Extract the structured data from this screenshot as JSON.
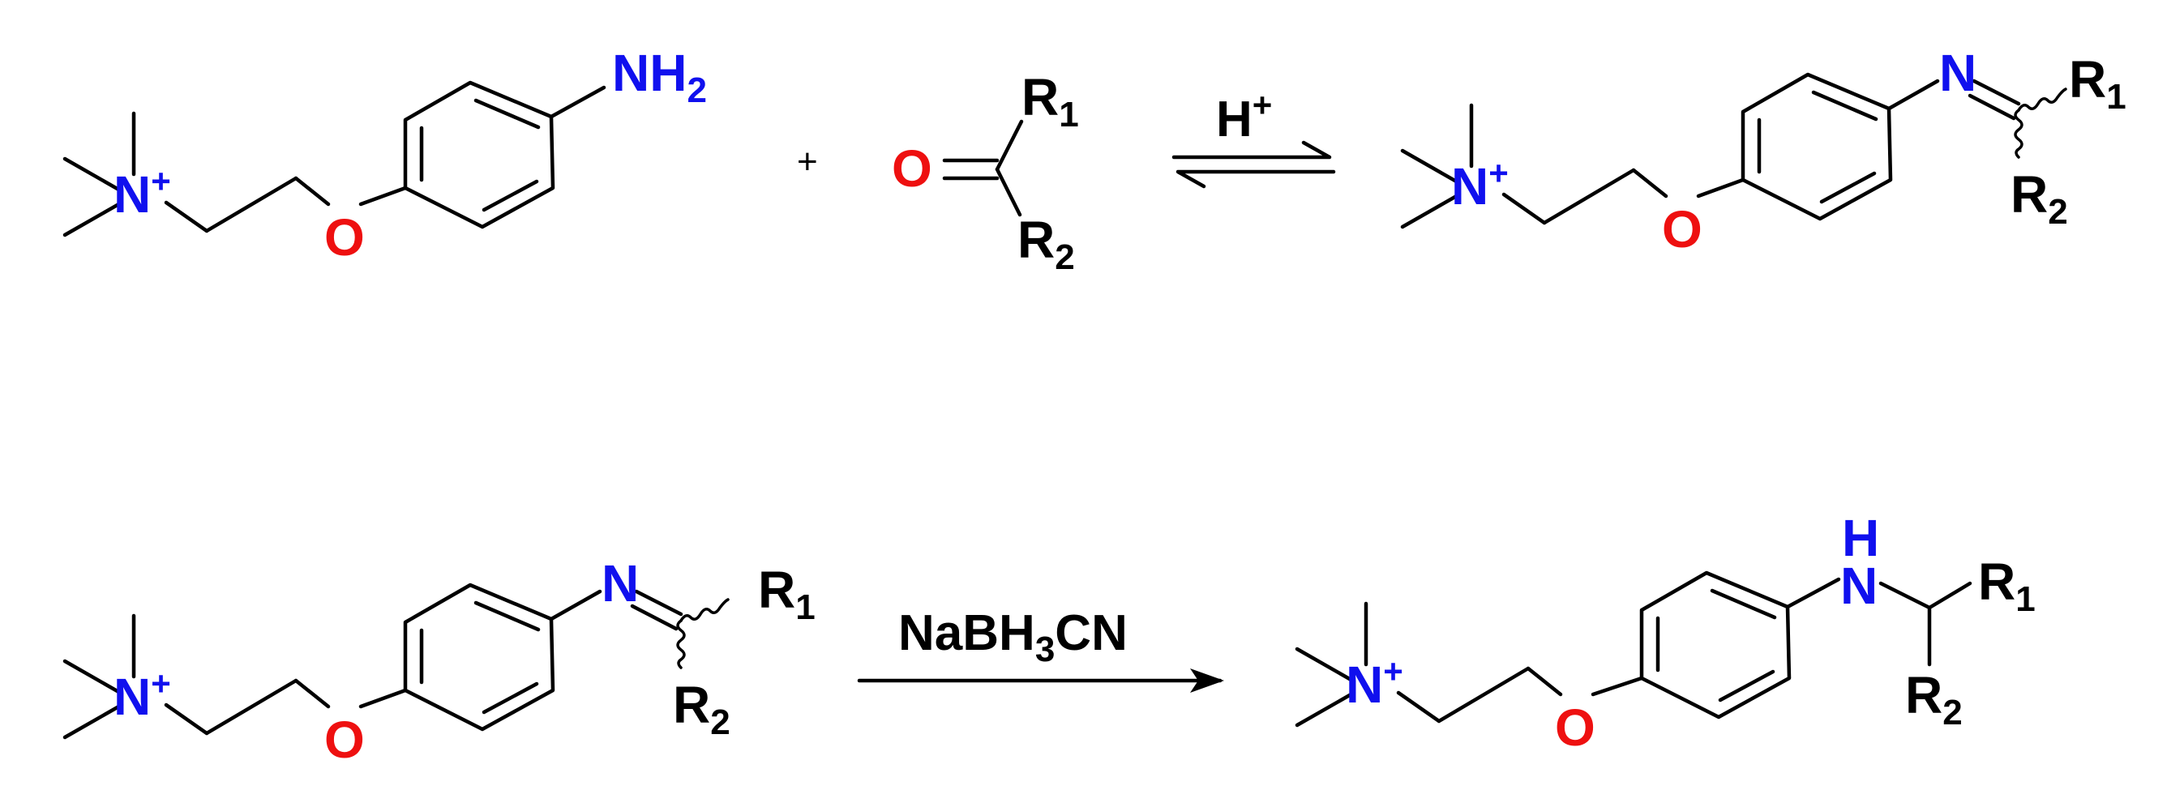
{
  "colors": {
    "bond": "#000000",
    "nitrogen": "#1010ee",
    "oxygen": "#ee1010",
    "carbon_label": "#000000"
  },
  "labels": {
    "ammonium_n": "N",
    "ammonium_charge": "+",
    "ether_o": "O",
    "amine_n": "N",
    "amine_h2": "H",
    "amine_h2_sub": "2",
    "carbonyl_o": "O",
    "imine_n": "N",
    "sec_amine_n": "N",
    "sec_amine_h": "H",
    "r_letter": "R",
    "r1_sub": "1",
    "r2_sub": "2",
    "plus_sign": "+"
  },
  "reagents": {
    "acid": "H",
    "acid_sup": "+",
    "reductant_part1": "NaBH",
    "reductant_sub": "3",
    "reductant_part2": "CN"
  }
}
